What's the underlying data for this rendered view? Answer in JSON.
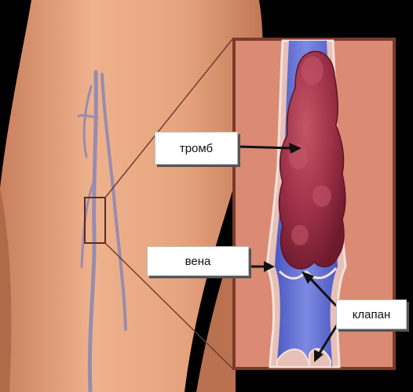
{
  "labels": {
    "thrombus": "тромб",
    "vein": "вена",
    "valve": "клапан"
  },
  "colors": {
    "background": "#000000",
    "skin": "#e6a47e",
    "inset_background": "#db8a73",
    "vein_blue": "#6a78d6",
    "clot": "#9b2f45",
    "arrow": "#111111"
  }
}
